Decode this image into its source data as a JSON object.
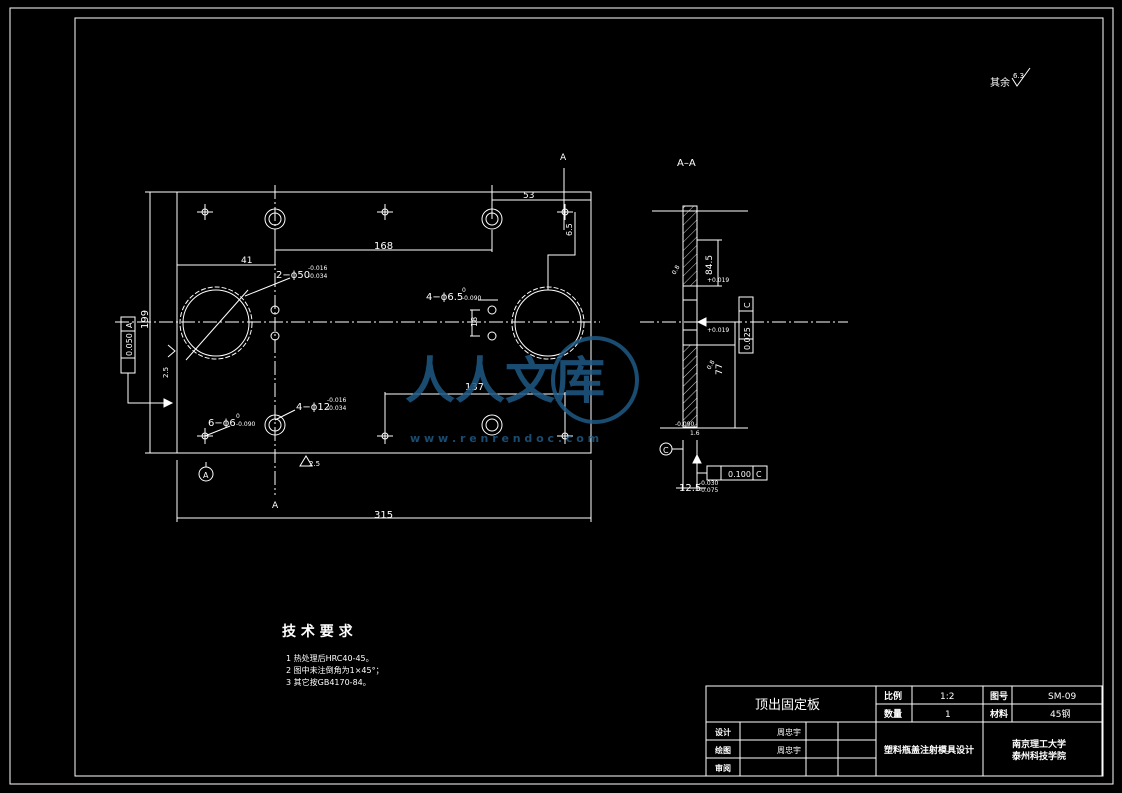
{
  "drawing": {
    "surface_note": "其余",
    "surface_roughness_value": "6.3",
    "section_marker": "A",
    "section_view_label": "A–A",
    "plan_view": {
      "dim_width": "315",
      "dim_height": "199",
      "dim_hole_span_top": "168",
      "dim_hole_span_bottom": "137",
      "dim_left_offset": "41",
      "dim_right_offset": "53",
      "dim_right_vertical": "6.5",
      "dim_center_spacing": "18",
      "dim_small_left": "2.5",
      "hole_large": "2−ϕ50",
      "hole_large_tol_upper": "-0.016",
      "hole_large_tol_lower": "-0.034",
      "hole_small_a": "4−ϕ6.5",
      "hole_small_a_tol_upper": "0",
      "hole_small_a_tol_lower": "-0.090",
      "hole_pin": "4−ϕ12",
      "hole_pin_tol_upper": "-0.016",
      "hole_pin_tol_lower": "-0.034",
      "hole_small_b": "6−ϕ6",
      "hole_small_b_tol_upper": "0",
      "hole_small_b_tol_lower": "-0.090",
      "roughness_bottom": "2.5",
      "datum_letter": "A",
      "perp_tolerance_value": "0.050",
      "perp_datum": "A"
    },
    "section_view": {
      "dim_84_5": "84.5",
      "dim_77": "77",
      "dim_thickness": "12.5",
      "dim_thickness_tol_upper": "-0.030",
      "dim_thickness_tol_lower": "-0.075",
      "tol_upper_1": "+0.019",
      "tol_upper_2": "+0.019",
      "tol_2": "-0.090",
      "flat_tol_value": "0.025",
      "flat_tol_datum": "C",
      "par_tol_value": "0.100",
      "par_tol_datum": "C",
      "datum_letter": "C",
      "rough_1": "0.8",
      "rough_2": "0.8",
      "rough_3": "1.6"
    },
    "tech_requirements": {
      "title": "技 术 要 求",
      "items": [
        "1   热处理后HRC40-45。",
        "2   图中未注倒角为1×45°；",
        "3   其它按GB4170-84。"
      ]
    },
    "title_block": {
      "part_name": "顶出固定板",
      "scale_label": "比例",
      "scale_value": "1:2",
      "drawing_no_label": "图号",
      "drawing_no_value": "SM-09",
      "qty_label": "数量",
      "qty_value": "1",
      "material_label": "材料",
      "material_value": "45钢",
      "designer_label": "设计",
      "designer_name": "周忠宇",
      "drafter_label": "绘图",
      "drafter_name": "周忠宇",
      "reviewer_label": "审阅",
      "project": "塑料瓶盖注射模具设计",
      "school_line1": "南京理工大学",
      "school_line2": "泰州科技学院"
    },
    "watermark": {
      "logo_text": "人人文库",
      "url_text": "w w w . r e n r e n d o c . c o m"
    }
  },
  "colors": {
    "background": "#000000",
    "line": "#ffffff",
    "watermark": "#1f5a85"
  }
}
